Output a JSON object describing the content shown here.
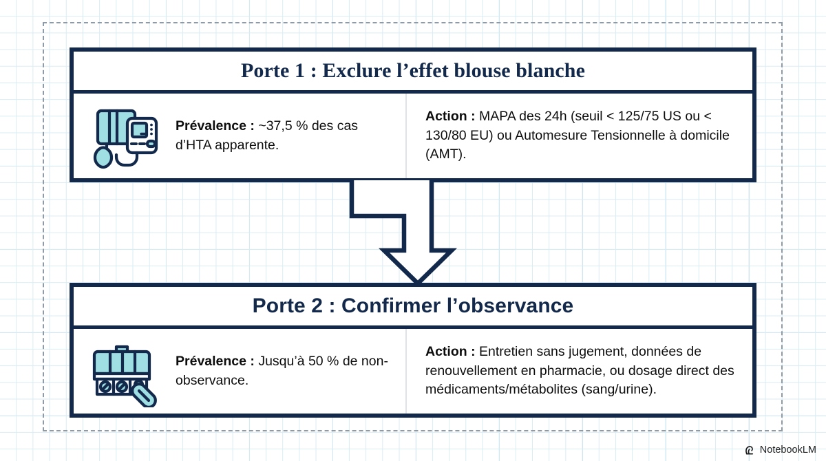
{
  "watermark": {
    "label": "NotebookLM",
    "icon": "notebooklm-spiral-icon"
  },
  "theme": {
    "navy": "#13294b",
    "teal_fill": "#9fdfe3",
    "teal_dark": "#6fc9d4",
    "grid_line": "#d9ecf4",
    "dashed_border": "#8e9aa6",
    "body_text": "#0d0d0d"
  },
  "cards": [
    {
      "id": "porte-1",
      "title": "Porte 1 : Exclure l’effet blouse blanche",
      "icon": "blood-pressure-monitor-icon",
      "prevalence": {
        "lead": "Prévalence :",
        "text": " ~37,5 % des cas d’HTA apparente."
      },
      "action": {
        "lead": "Action :",
        "text": " MAPA des 24h (seuil < 125/75 US ou < 130/80 EU) ou Automesure Tensionnelle à domicile (AMT)."
      }
    },
    {
      "id": "porte-2",
      "title": "Porte 2 : Confirmer l’observance",
      "icon": "pill-organizer-icon",
      "prevalence": {
        "lead": "Prévalence :",
        "text": " Jusqu’à 50 % de non-observance."
      },
      "action": {
        "lead": "Action :",
        "text": " Entretien sans jugement, données de renouvellement en pharmacie, ou dosage direct des médicaments/métabolites (sang/urine)."
      }
    }
  ],
  "connector": {
    "name": "downward-arrow-connector"
  }
}
